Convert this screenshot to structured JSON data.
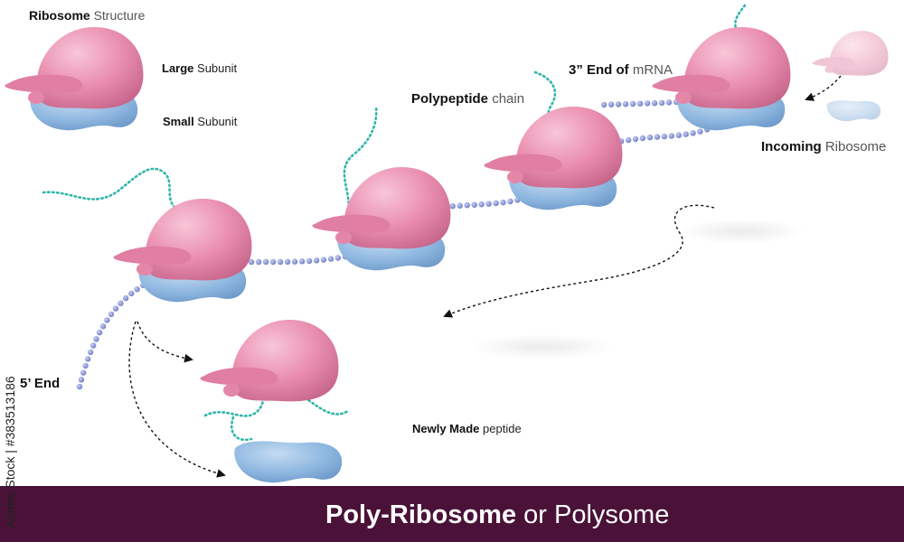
{
  "labels": {
    "structure": {
      "bold": "Ribosome",
      "light": "Structure"
    },
    "large_subunit": {
      "bold": "Large",
      "light": "Subunit"
    },
    "small_subunit": {
      "bold": "Small",
      "light": "Subunit"
    },
    "polypeptide": {
      "bold": "Polypeptide",
      "light": "chain"
    },
    "three_prime": {
      "bold": "3” End of",
      "light": "mRNA"
    },
    "incoming": {
      "bold": "Incoming",
      "light": "Ribosome"
    },
    "five_prime": {
      "bold": "5’ End"
    },
    "newly_made": {
      "bold": "Newly Made",
      "light": "peptide"
    }
  },
  "footer": {
    "bold": "Poly-Ribosome",
    "rest": " or Polysome"
  },
  "watermark": "Adobe Stock | #383513186",
  "colors": {
    "large_subunit": "#e98bab",
    "small_subunit": "#88b2de",
    "mrna_bead": "#7f8ccf",
    "peptide": "#2fb5aa",
    "footer_bg": "#4a1238"
  }
}
